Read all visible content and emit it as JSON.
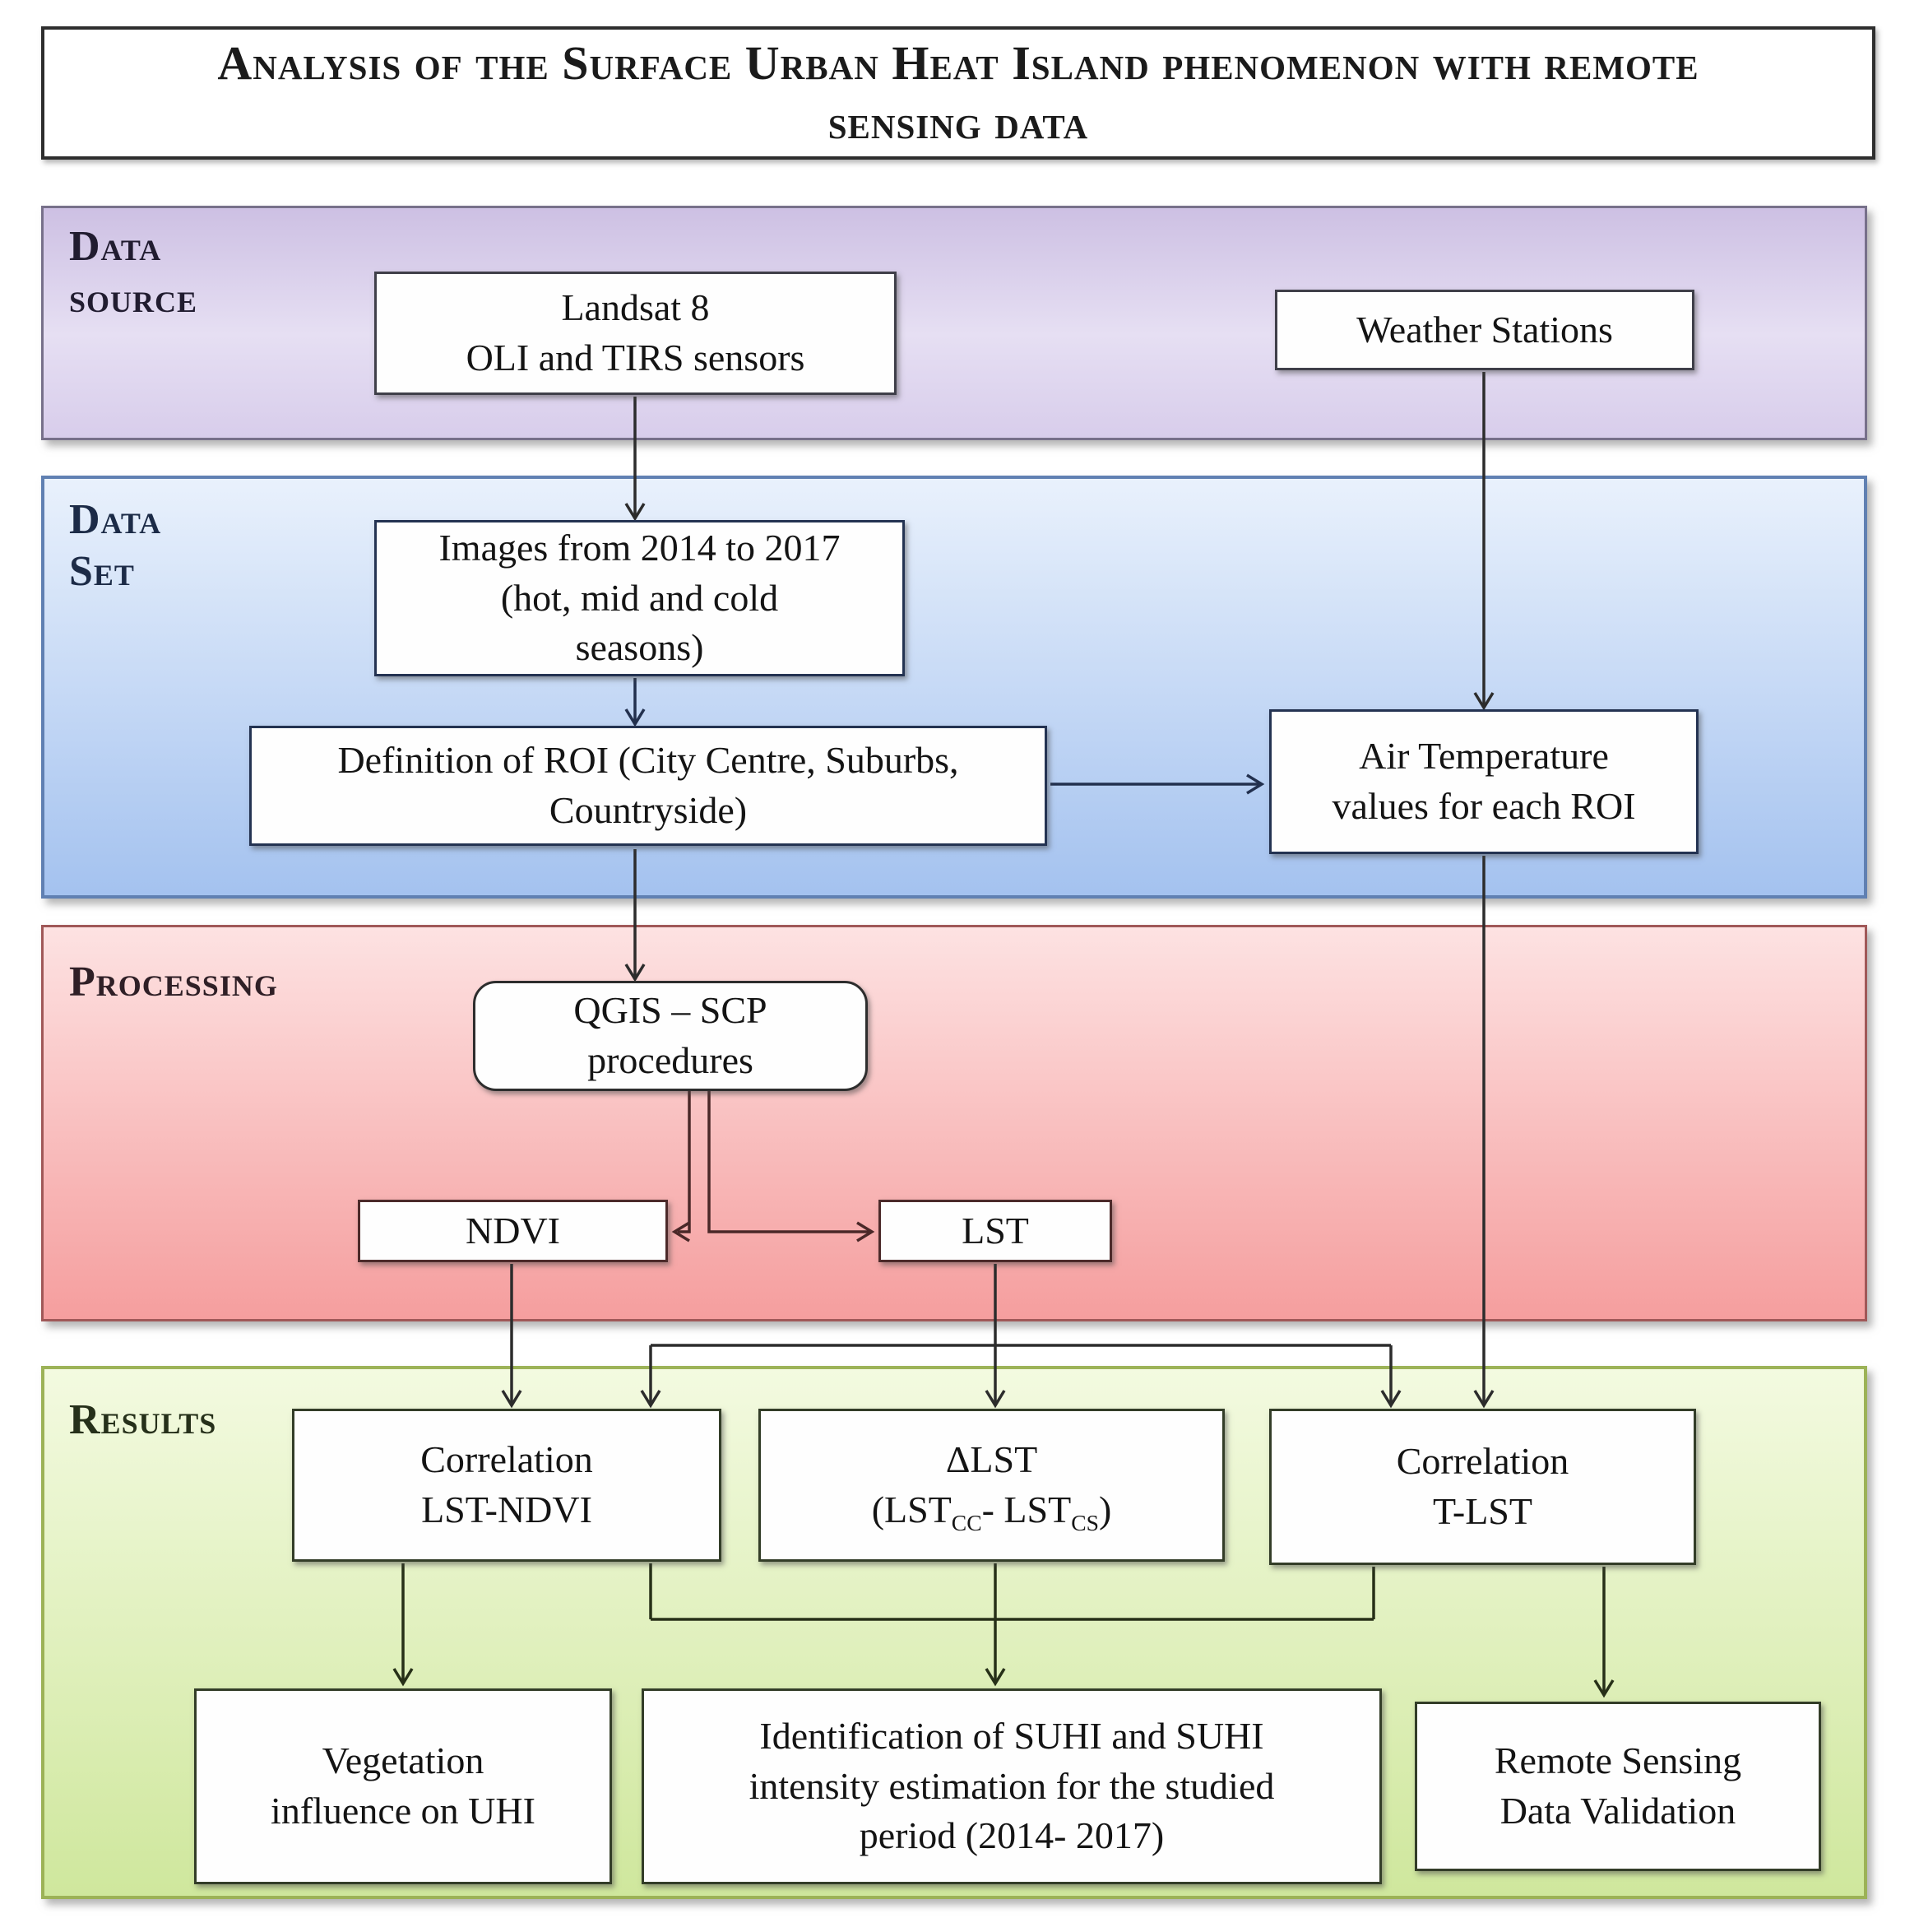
{
  "title": {
    "line1": "Analysis of the Surface Urban Heat Island phenomenon with remote",
    "line2": "sensing data"
  },
  "sections": {
    "data_source": {
      "line1": "Data",
      "line2": "source"
    },
    "data_set": {
      "line1": "Data",
      "line2": "Set"
    },
    "processing": {
      "label": "Processing"
    },
    "results": {
      "label": "Results"
    }
  },
  "nodes": {
    "landsat": {
      "line1": "Landsat 8",
      "line2": "OLI and TIRS sensors"
    },
    "weather": {
      "label": "Weather Stations"
    },
    "images": {
      "line1": "Images from 2014 to 2017",
      "line2": "(hot, mid and cold",
      "line3": "seasons)"
    },
    "roi": {
      "line1": "Definition of ROI (City Centre, Suburbs,",
      "line2": "Countryside)"
    },
    "airtemp": {
      "line1": "Air Temperature",
      "line2": "values for each ROI"
    },
    "qgis": {
      "line1": "QGIS – SCP",
      "line2": "procedures"
    },
    "ndvi": {
      "label": "NDVI"
    },
    "lst": {
      "label": "LST"
    },
    "corr_lst_ndvi": {
      "line1": "Correlation",
      "line2": "LST-NDVI"
    },
    "delta_lst": {
      "line1": "ΔLST",
      "l2_a": "(LST",
      "l2_sub_a": "CC",
      "l2_b": "- LST",
      "l2_sub_b": "CS",
      "l2_c": ")"
    },
    "corr_t_lst": {
      "line1": "Correlation",
      "line2": "T-LST"
    },
    "vegetation": {
      "line1": "Vegetation",
      "line2": "influence on UHI"
    },
    "suhi": {
      "line1": "Identification of SUHI and SUHI",
      "line2": "intensity estimation for the studied",
      "line3": "period (2014- 2017)"
    },
    "validation": {
      "line1": "Remote Sensing",
      "line2": "Data Validation"
    }
  },
  "colors": {
    "purple_top": "#cdc0e3",
    "purple_bottom": "#d8cdeb",
    "blue_top": "#e9f1fc",
    "blue_bottom": "#a4c2ef",
    "red_top": "#fde2e2",
    "red_bottom": "#f59e9e",
    "green_top": "#f3fae0",
    "green_bottom": "#cfe79d"
  }
}
